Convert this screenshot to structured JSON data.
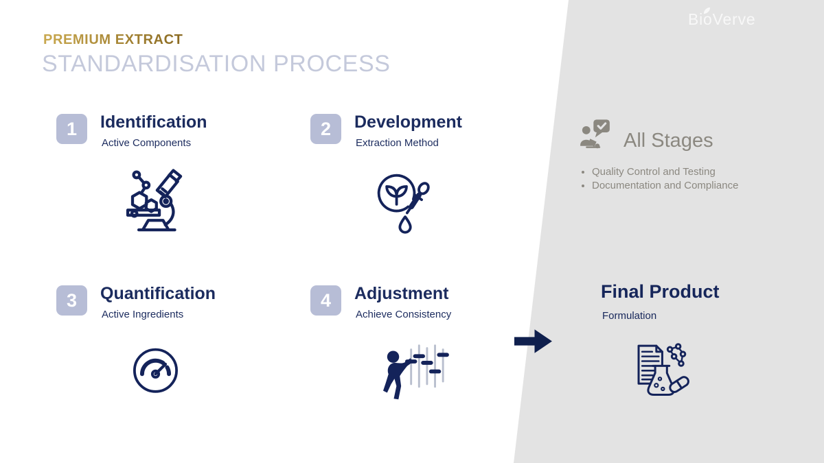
{
  "slide": {
    "brand": "BioVerve",
    "eyebrow": "PREMIUM EXTRACT",
    "title": "STANDARDISATION PROCESS"
  },
  "steps": [
    {
      "number": "1",
      "title": "Identification",
      "subtitle": "Active Components",
      "icon": "microscope-molecule-icon"
    },
    {
      "number": "2",
      "title": "Development",
      "subtitle": "Extraction Method",
      "icon": "plant-dropper-icon"
    },
    {
      "number": "3",
      "title": "Quantification",
      "subtitle": "Active Ingredients",
      "icon": "gauge-icon"
    },
    {
      "number": "4",
      "title": "Adjustment",
      "subtitle": "Achieve Consistency",
      "icon": "equalizer-person-icon"
    }
  ],
  "all_stages": {
    "icon": "person-speech-check-icon",
    "title": "All Stages",
    "bullets": [
      "Quality Control and Testing",
      "Documentation and Compliance"
    ]
  },
  "final_product": {
    "title": "Final Product",
    "subtitle": "Formulation",
    "icon": "document-flask-molecule-icon"
  },
  "flow": {
    "arrow_icon": "right-arrow-icon"
  },
  "colors": {
    "navy_text": "#1b2b5e",
    "navy_icon": "#14235a",
    "arrow_navy": "#0f1f4d",
    "gold": "#a9832f",
    "number_box": "#b7bdd6",
    "title_gray_blue": "#c4c9db",
    "panel_gray": "#e3e3e3",
    "muted_gray": "#8b8880",
    "slider_track": "#b9bfce",
    "white": "#ffffff"
  }
}
